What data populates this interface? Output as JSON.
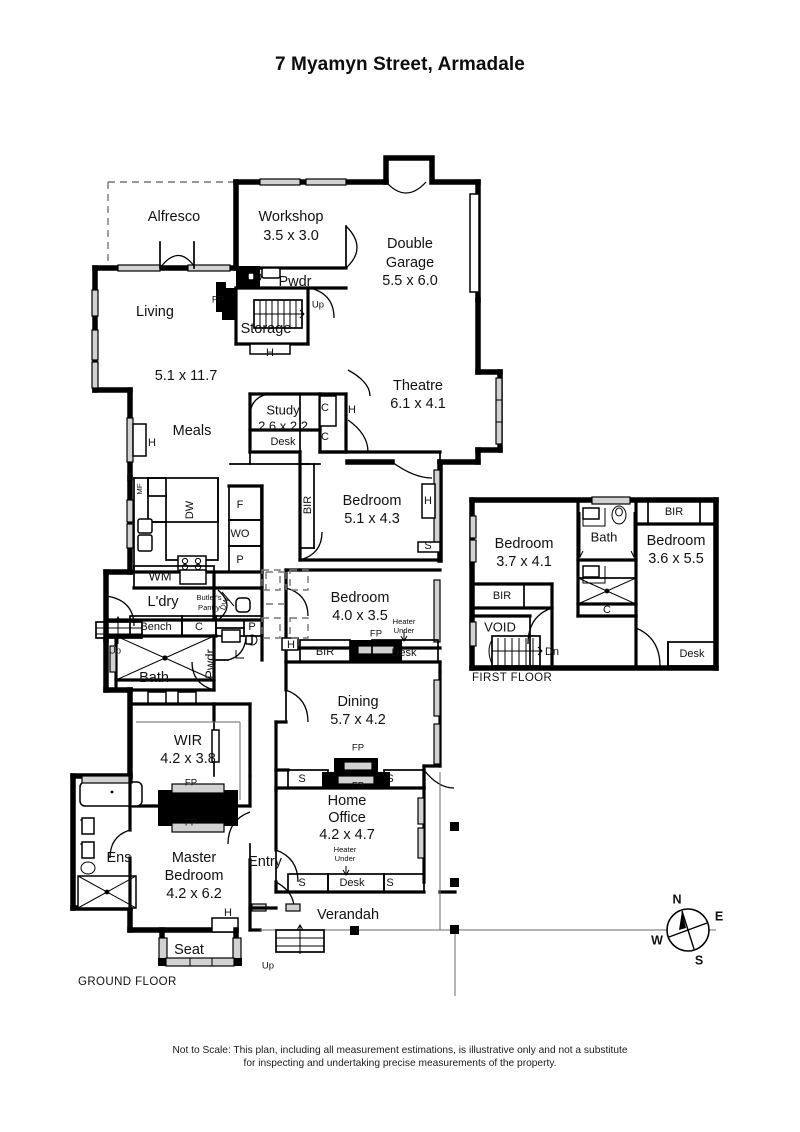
{
  "title": "7 Myamyn Street, Armadale",
  "footer": {
    "line1": "Not to Scale: This plan, including all measurement estimations, is illustrative only and not a substitute",
    "line2": "for inspecting and undertaking precise measurements of the property."
  },
  "floors": {
    "ground_label": "GROUND FLOOR",
    "first_label": "FIRST FLOOR"
  },
  "compass": {
    "n": "N",
    "e": "E",
    "s": "S",
    "w": "W"
  },
  "ground_rooms": {
    "alfresco": {
      "name": "Alfresco"
    },
    "workshop": {
      "name": "Workshop",
      "dim": "3.5 x 3.0"
    },
    "double_garage": {
      "name1": "Double",
      "name2": "Garage",
      "dim": "5.5 x 6.0"
    },
    "living": {
      "name": "Living",
      "dim": "5.1 x 11.7"
    },
    "pwdr": {
      "name": "Pwdr"
    },
    "storage": {
      "name": "Storage"
    },
    "theatre": {
      "name": "Theatre",
      "dim": "6.1 x 4.1"
    },
    "meals": {
      "name": "Meals"
    },
    "study": {
      "name": "Study",
      "dim": "2.6 x 2.2"
    },
    "bedroom2": {
      "name": "Bedroom",
      "dim": "5.1 x 4.3"
    },
    "bedroom3": {
      "name": "Bedroom",
      "dim": "4.0 x 3.5"
    },
    "ldry": {
      "name": "L'dry"
    },
    "butlers": {
      "name1": "Butler's",
      "name2": "Pantry"
    },
    "bath": {
      "name": "Bath"
    },
    "pwdr2": {
      "name": "Pwdr"
    },
    "dining": {
      "name": "Dining",
      "dim": "5.7 x 4.2"
    },
    "wir": {
      "name": "WIR",
      "dim": "4.2 x 3.8"
    },
    "home_office": {
      "name1": "Home",
      "name2": "Office",
      "dim": "4.2 x 4.7"
    },
    "master": {
      "name1": "Master",
      "name2": "Bedroom",
      "dim": "4.2 x 6.2"
    },
    "ens": {
      "name": "Ens"
    },
    "entry": {
      "name": "Entry"
    },
    "verandah": {
      "name": "Verandah"
    },
    "seat": {
      "name": "Seat"
    }
  },
  "first_rooms": {
    "bedroom4": {
      "name": "Bedroom",
      "dim": "3.7 x 4.1"
    },
    "bedroom5": {
      "name": "Bedroom",
      "dim": "3.6 x 5.5"
    },
    "bath": {
      "name": "Bath"
    },
    "void": {
      "name": "VOID"
    }
  },
  "markers": {
    "fp": "FP",
    "up": "Up",
    "dn": "Dn",
    "h": "H",
    "c": "C",
    "s": "S",
    "p": "P",
    "f": "F",
    "wo": "WO",
    "dw": "DW",
    "wm": "WM",
    "mf": "MF",
    "bir": "BIR",
    "desk": "Desk",
    "bench": "Bench",
    "heater1": "Heater",
    "heater2": "Under"
  }
}
